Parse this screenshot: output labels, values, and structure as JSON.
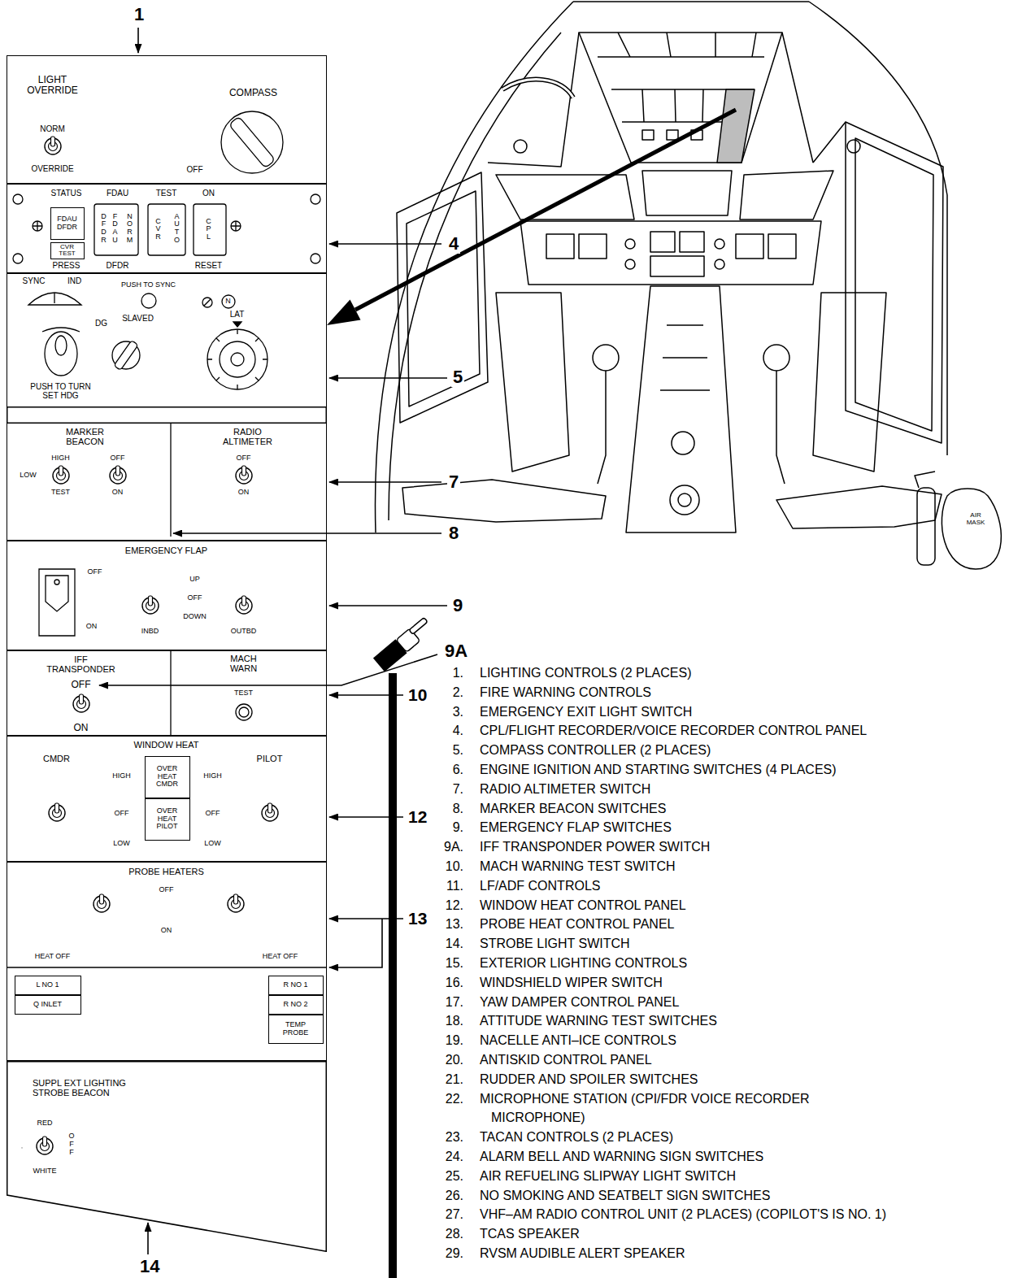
{
  "diagram": {
    "nodes": [
      {
        "text": [
          "LIGHT OVERRIDE",
          "COMPASS",
          "NORM",
          "OVERRIDE",
          "OFF"
        ]
      },
      {
        "text": [
          "STATUS",
          "FDAU",
          "TEST",
          "ON",
          "PRESS",
          "DFDR",
          "RESET",
          "DFDR",
          "FDAU",
          "NORM",
          "CVR",
          "AUTO",
          "CPL"
        ]
      },
      {
        "text": [
          "FDAU DFDR"
        ],
        "in": 1
      },
      {
        "text": [
          "CVR TEST"
        ],
        "in": 1
      },
      {
        "text": [
          "SYNC",
          "IND",
          "PUSH TO SYNC",
          "DG",
          "SLAVED",
          "N",
          "LAT",
          "PUSH TO TURN SET HDG"
        ]
      },
      {
        "text": [
          "MARKER BEACON",
          "RADIO ALTIMETER",
          "HIGH",
          "LOW",
          "TEST",
          "OFF",
          "ON",
          "OFF",
          "ON"
        ]
      },
      {
        "text": [
          "EMERGENCY FLAP",
          "OFF",
          "ON",
          "UP",
          "OFF",
          "DOWN",
          "INBD",
          "OUTBD"
        ]
      },
      {
        "text": [
          "IFF TRANSPONDER",
          "OFF",
          "ON",
          "MACH WARN",
          "TEST"
        ]
      },
      {
        "text": [
          "WINDOW HEAT",
          "CMDR",
          "PILOT",
          "HIGH",
          "OFF",
          "LOW",
          "HIGH",
          "OFF",
          "LOW"
        ]
      },
      {
        "text": [
          "OVER HEAT",
          "CMDR"
        ],
        "in": 8
      },
      {
        "text": [
          "OVER HEAT",
          "PILOT"
        ],
        "in": 8
      },
      {
        "text": [
          "PROBE HEATERS",
          "OFF",
          "ON",
          "HEAT OFF",
          "HEAT OFF"
        ]
      },
      {
        "text": [
          "L NO 1"
        ],
        "in": 11
      },
      {
        "text": [
          "Q INLET"
        ],
        "in": 11
      },
      {
        "text": [
          "R NO 1"
        ],
        "in": 11
      },
      {
        "text": [
          "R NO 2"
        ],
        "in": 11
      },
      {
        "text": [
          "TEMP PROBE"
        ],
        "in": 11
      },
      {
        "text": [
          "SUPPL EXT LIGHTING STROBE BEACON",
          "RED",
          "WHITE",
          "OFF"
        ]
      }
    ],
    "labels": [
      "1",
      "4",
      "5",
      "7",
      "8",
      "9",
      "9A",
      "10",
      "12",
      "13",
      "14",
      "AIR MASK",
      "1.",
      "LIGHTING CONTROLS (2 PLACES)",
      "2.",
      "FIRE WARNING CONTROLS",
      "3.",
      "EMERGENCY EXIT LIGHT SWITCH",
      "4.",
      "CPL/FLIGHT RECORDER/VOICE RECORDER CONTROL PANEL",
      "5.",
      "COMPASS CONTROLLER (2 PLACES)",
      "6.",
      "ENGINE IGNITION AND STARTING SWITCHES (4 PLACES)",
      "7.",
      "RADIO ALTIMETER SWITCH",
      "8.",
      "MARKER BEACON SWITCHES",
      "9.",
      "EMERGENCY FLAP SWITCHES",
      "9A.",
      "IFF TRANSPONDER POWER SWITCH",
      "10.",
      "MACH WARNING TEST SWITCH",
      "11.",
      "LF/ADF CONTROLS",
      "12.",
      "WINDOW HEAT CONTROL PANEL",
      "13.",
      "PROBE HEAT CONTROL PANEL",
      "14.",
      "STROBE LIGHT SWITCH",
      "15.",
      "EXTERIOR LIGHTING CONTROLS",
      "16.",
      "WINDSHIELD WIPER SWITCH",
      "17.",
      "YAW DAMPER CONTROL PANEL",
      "18.",
      "ATTITUDE WARNING TEST SWITCHES",
      "19.",
      "NACELLE ANTI–ICE CONTROLS",
      "20.",
      "ANTISKID CONTROL PANEL",
      "21.",
      "RUDDER AND SPOILER SWITCHES",
      "22.",
      "MICROPHONE STATION (CPI/FDR VOICE RECORDER MICROPHONE)",
      "23.",
      "TACAN CONTROLS (2 PLACES)",
      "24.",
      "ALARM BELL AND WARNING SIGN SWITCHES",
      "25.",
      "AIR REFUELING SLIPWAY LIGHT SWITCH",
      "26.",
      "NO SMOKING AND SEATBELT SIGN SWITCHES",
      "27.",
      "VHF–AM RADIO CONTROL UNIT (2 PLACES) (COPILOT'S IS NO. 1)",
      "28.",
      "TCAS SPEAKER",
      "29.",
      "RVSM AUDIBLE ALERT SPEAKER"
    ]
  }
}
